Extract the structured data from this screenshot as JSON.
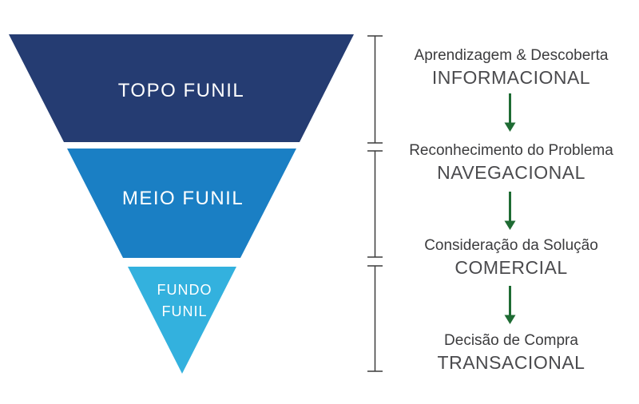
{
  "funnel": {
    "sections": [
      {
        "label": "TOPO FUNIL",
        "color": "#253c72"
      },
      {
        "label": "MEIO FUNIL",
        "color": "#1a7fc4"
      },
      {
        "label": "FUNDO FUNIL",
        "lines": [
          "FUNDO",
          "FUNIL"
        ],
        "color": "#33b1de"
      }
    ]
  },
  "stages": [
    {
      "subtitle": "Aprendizagem & Descoberta",
      "title": "INFORMACIONAL"
    },
    {
      "subtitle": "Reconhecimento do Problema",
      "title": "NAVEGACIONAL"
    },
    {
      "subtitle": "Consideração da Solução",
      "title": "COMERCIAL"
    },
    {
      "subtitle": "Decisão de Compra",
      "title": "TRANSACIONAL"
    }
  ],
  "colors": {
    "arrow": "#1e6b33",
    "bracket": "#3c3c3c",
    "funnel_label_text": "#ffffff",
    "subtitle_text": "#3c3c3e",
    "title_text": "#4a4a4d",
    "background": "#ffffff"
  }
}
